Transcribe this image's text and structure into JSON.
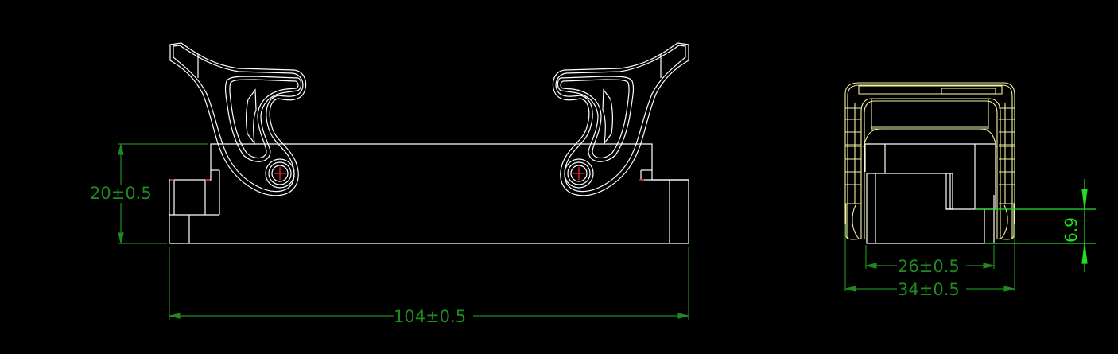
{
  "drawing": {
    "background": "#000000",
    "colors": {
      "outline": "#ffffff",
      "dimension": "#1f8a1f",
      "dimension_bright": "#22dd22",
      "center_mark": "#ff2020",
      "side_view": "#f5f5a0"
    },
    "front_view": {
      "dimensions": {
        "height": "20±0.5",
        "width": "104±0.5"
      }
    },
    "side_view": {
      "dimensions": {
        "inner_width": "26±0.5",
        "outer_width": "34±0.5",
        "step_height": "6.9"
      }
    }
  }
}
